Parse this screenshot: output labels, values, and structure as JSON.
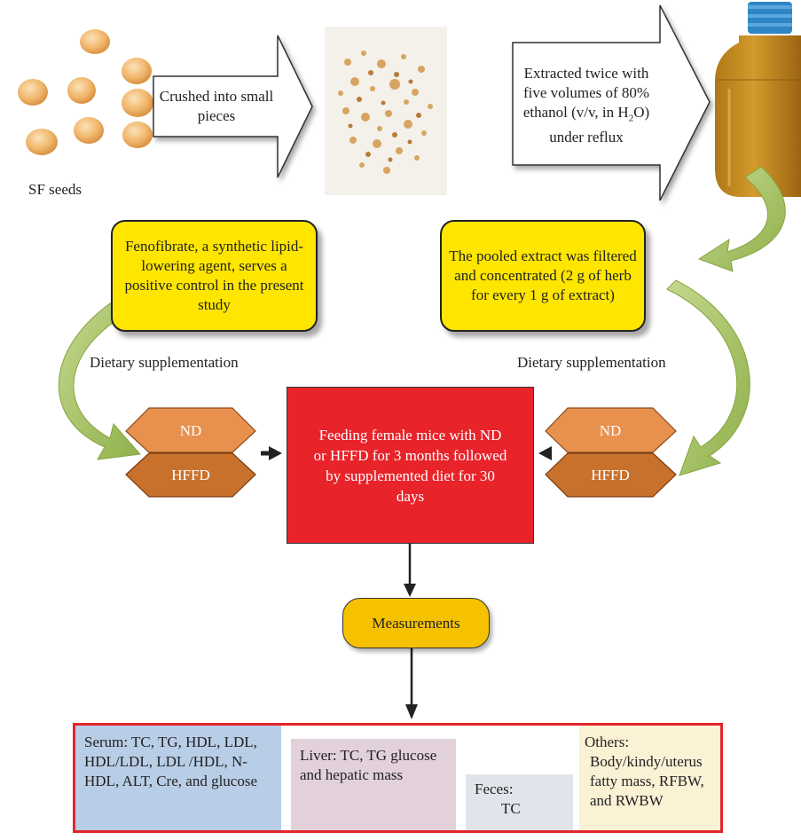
{
  "images": {
    "seeds_caption": "SF seeds"
  },
  "steps": {
    "crush": "Crushed into small pieces",
    "extract_line1": "Extracted twice with",
    "extract_line2": "five volumes of 80%",
    "extract_line3_pre": "ethanol (v/v, in H",
    "extract_line3_sub": "2",
    "extract_line3_post": "O)",
    "extract_line4": "under reflux"
  },
  "boxes": {
    "positive_control": "Fenofibrate, a synthetic lipid-lowering agent, serves a positive control in the present study",
    "pooled_extract": "The pooled extract was filtered and concentrated (2 g of herb for every 1 g of extract)"
  },
  "labels": {
    "dietary_left": "Dietary supplementation",
    "dietary_right": "Dietary supplementation"
  },
  "diets": {
    "nd": "ND",
    "hffd": "HFFD"
  },
  "feeding": "Feeding female mice with ND or HFFD for 3 months followed by supplemented diet for 30 days",
  "measurements": "Measurements",
  "results": {
    "serum": "Serum: TC, TG, HDL, LDL, HDL/LDL, LDL /HDL, N-HDL, ALT, Cre, and glucose",
    "liver": "Liver: TC, TG glucose and hepatic mass",
    "feces_title": "Feces:",
    "feces_value": "TC",
    "others_title": "Others:",
    "others_value": "Body/kindy/uterus fatty mass, RFBW, and RWBW"
  },
  "colors": {
    "yellow_box": "#ffe600",
    "red_box": "#e8232a",
    "hex_light": "#e8914e",
    "hex_dark": "#c8712d",
    "serum_bg": "#b8cde6",
    "liver_bg": "#e2d0da",
    "feces_bg": "#e1e4ea",
    "others_bg": "#fbf1d5",
    "border_red": "#e2262b",
    "green_arrow": "#a3c162"
  }
}
